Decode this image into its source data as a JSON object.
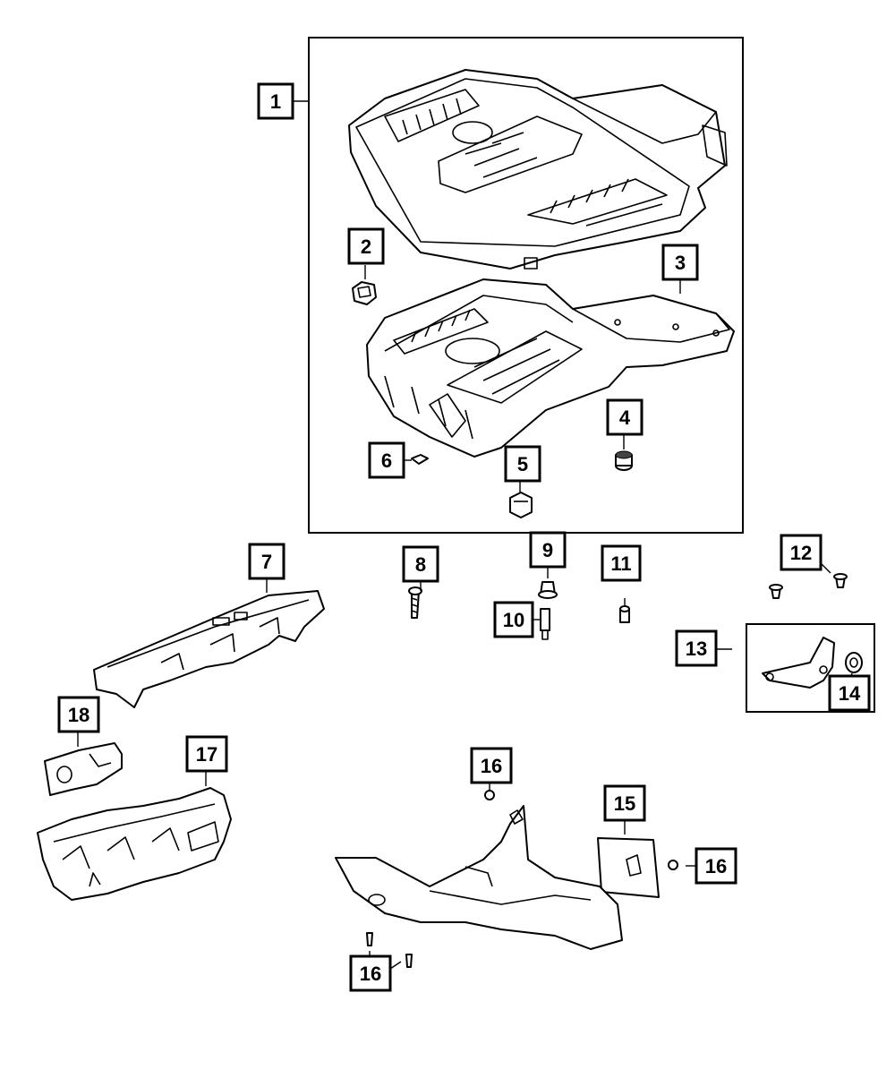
{
  "callouts": [
    "1",
    "2",
    "3",
    "4",
    "5",
    "6",
    "7",
    "8",
    "9",
    "10",
    "11",
    "12",
    "13",
    "14",
    "15",
    "16",
    "17",
    "18"
  ],
  "colors": {
    "ink": "#000000",
    "paper": "#ffffff"
  }
}
